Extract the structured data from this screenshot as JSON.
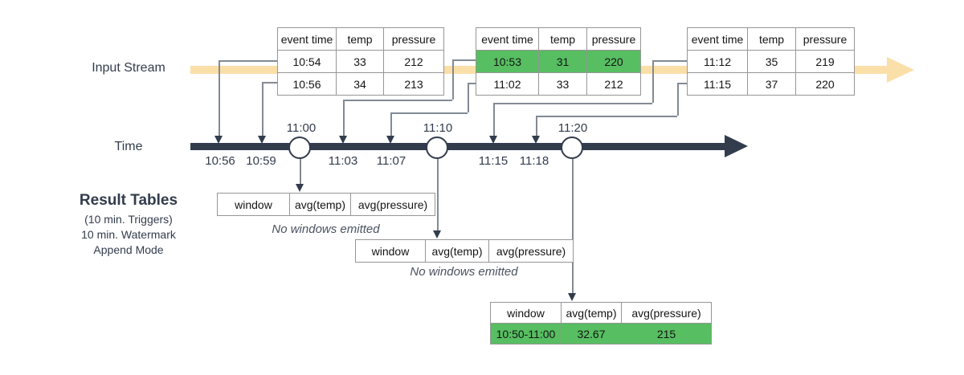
{
  "colors": {
    "navy": "#323C4D",
    "green": "#57BE61",
    "yellow": "#FADFA8",
    "line": "#828A94",
    "border": "#969696"
  },
  "labels": {
    "input_stream": "Input Stream",
    "time": "Time",
    "result_tables_title": "Result Tables",
    "result_tables_sub1": "(10 min. Triggers)",
    "result_tables_sub2": "10 min. Watermark",
    "result_tables_sub3": "Append Mode"
  },
  "input_tables": {
    "t1": {
      "headers": [
        "event time",
        "temp",
        "pressure"
      ],
      "rows": [
        [
          "10:54",
          "33",
          "212"
        ],
        [
          "10:56",
          "34",
          "213"
        ]
      ]
    },
    "t2": {
      "headers": [
        "event time",
        "temp",
        "pressure"
      ],
      "rows": [
        [
          "10:53",
          "31",
          "220"
        ],
        [
          "11:02",
          "33",
          "212"
        ]
      ],
      "highlighted_row": "10:53"
    },
    "t3": {
      "headers": [
        "event time",
        "temp",
        "pressure"
      ],
      "rows": [
        [
          "11:12",
          "35",
          "219"
        ],
        [
          "11:15",
          "37",
          "220"
        ]
      ]
    }
  },
  "timeline": {
    "triggers": [
      "11:00",
      "11:10",
      "11:20"
    ],
    "ticks": [
      "10:56",
      "10:59",
      "11:03",
      "11:07",
      "11:15",
      "11:18"
    ]
  },
  "result_tables": {
    "headers": [
      "window",
      "avg(temp)",
      "avg(pressure)"
    ],
    "note": "No windows emitted",
    "final_row": [
      "10:50-11:00",
      "32.67",
      "215"
    ]
  }
}
